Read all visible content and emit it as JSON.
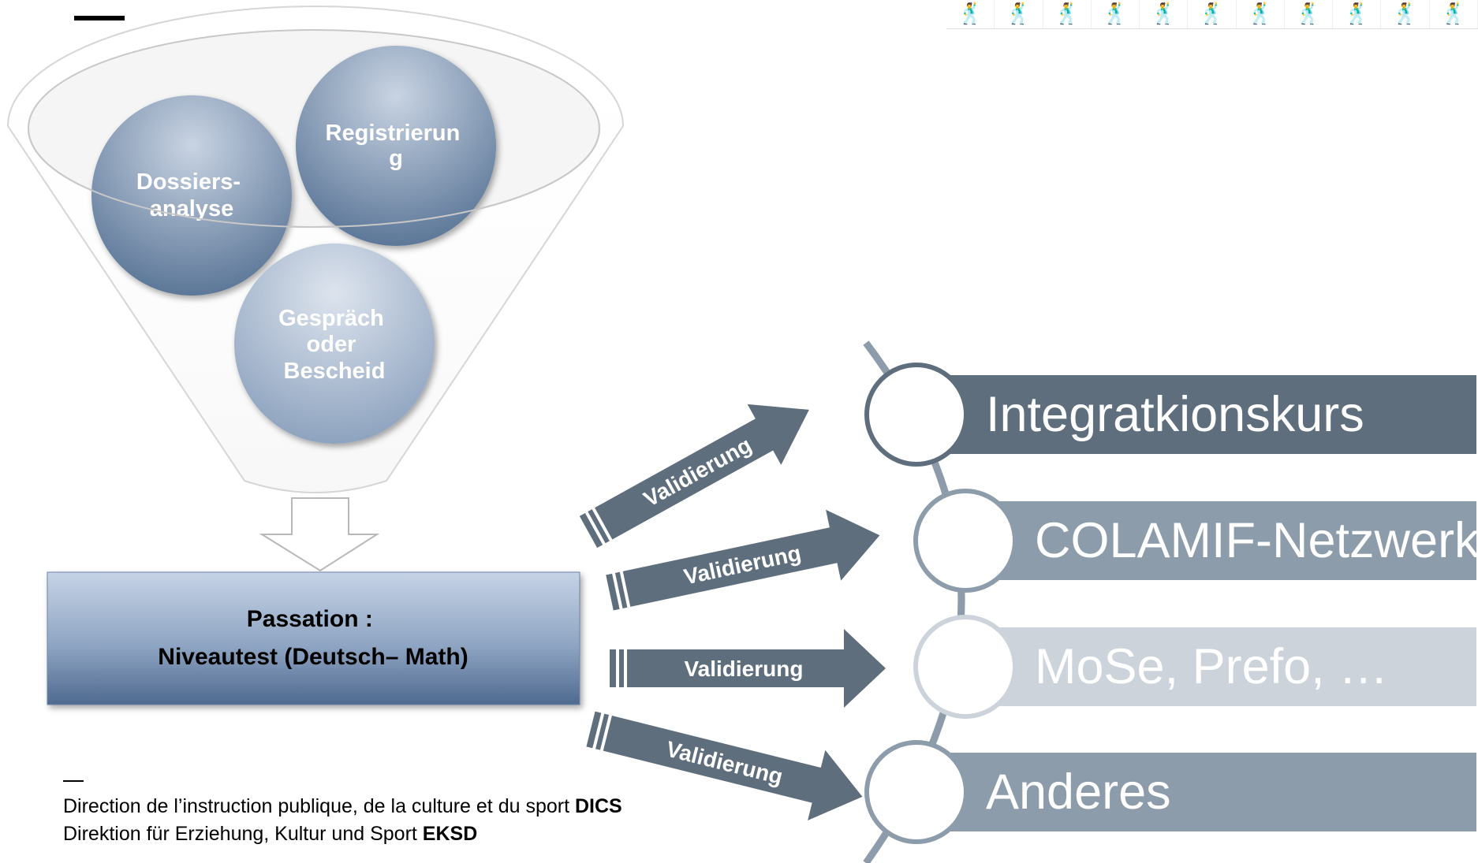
{
  "funnel": {
    "bubbles": [
      {
        "id": "dossier",
        "lines": [
          "Dossiers-",
          "analyse"
        ]
      },
      {
        "id": "registrierung",
        "lines": [
          "Registrierun",
          "g"
        ]
      },
      {
        "id": "gespraech",
        "lines": [
          "Gespräch",
          "oder",
          "Bescheid"
        ]
      }
    ]
  },
  "passation": {
    "line1": "Passation :",
    "line2": "Niveautest (Deutsch– Math)"
  },
  "arrows": [
    {
      "label": "Validierung"
    },
    {
      "label": "Validierung"
    },
    {
      "label": "Validierung"
    },
    {
      "label": "Validierung"
    }
  ],
  "outcomes": [
    {
      "label": "Integratkionskurs",
      "color": "#5e6e7d"
    },
    {
      "label": "COLAMIF-Netzwerk",
      "color": "#8d9cab"
    },
    {
      "label": "MoSe, Prefo, …",
      "color": "#cdd3db"
    },
    {
      "label": "Anderes",
      "color": "#8d9cab"
    }
  ],
  "footer": {
    "dash": "—",
    "line1_text": "Direction de l’instruction publique, de la culture et du sport ",
    "line1_bold": "DICS",
    "line2_text": "Direktion für Erziehung, Kultur und Sport ",
    "line2_bold": "EKSD"
  },
  "icons": {
    "people_strip": "person-icon"
  },
  "colors": {
    "arrow": "#5e6e7d",
    "bubble_dark": "#5c7798",
    "bubble_light": "#c9d4e3",
    "box_top": "#c6d3e6",
    "box_bottom": "#4f6a90"
  }
}
